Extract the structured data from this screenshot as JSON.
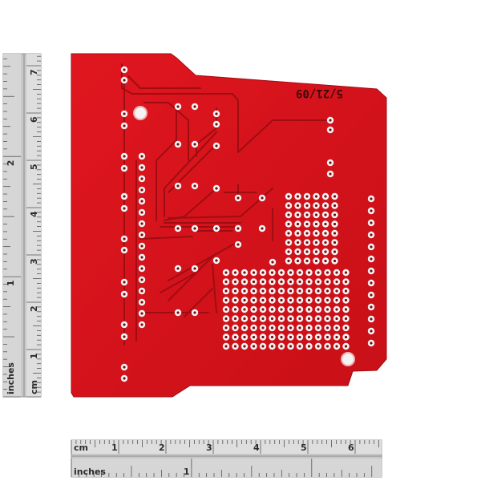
{
  "board": {
    "marking": "5/21/09",
    "board_color": "#d8141c",
    "pad_color": "#f4f4f4"
  },
  "rulers": {
    "bottom": {
      "cm_label": "cm",
      "inches_label": "inches",
      "cm_numbers": [
        "1",
        "2",
        "3",
        "4",
        "5",
        "6"
      ],
      "inch_numbers": [
        "1"
      ]
    },
    "left": {
      "cm_label": "cm",
      "inches_label": "inches",
      "cm_numbers": [
        "1",
        "2",
        "3",
        "4",
        "5",
        "6",
        "7"
      ],
      "inch_numbers": [
        "1",
        "2"
      ]
    },
    "ruler_color": "#bdbdbd"
  }
}
